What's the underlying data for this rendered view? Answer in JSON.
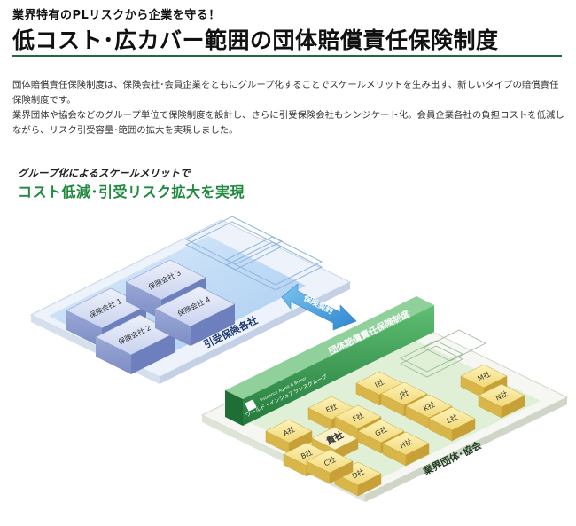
{
  "header": {
    "eyebrow": "業界特有のPLリスクから企業を守る！",
    "title": "低コスト･広カバー範囲の団体賠償責任保険制度"
  },
  "intro": {
    "paragraph1": "団体賠償責任保険制度は、保険会社･会員企業をともにグループ化することでスケールメリットを生み出す、新しいタイプの賠償責任保険制度です。",
    "paragraph2": "業界団体や協会などのグループ単位で保険制度を設計し、さらに引受保険会社もシンジケート化。会員企業各社の負担コストを低減しながら、リスク引受容量･範囲の拡大を実現しました。"
  },
  "subhead": {
    "line1": "グループ化によるスケールメリットで",
    "line2": "コスト低減･引受リスク拡大を実現"
  },
  "diagram": {
    "insurers_platform_label": "引受保険各社",
    "insurers": [
      "保険会社 1",
      "保険会社 2",
      "保険会社 3",
      "保険会社 4"
    ],
    "contract_arrow_label": "保険契約",
    "group_insurance_label": "団体賠償責任保険制度",
    "broker_logo_text_en": "Insurance Agent & Broker",
    "broker_logo_text_jp": "ワールド・インシュアランスグループ",
    "association_label": "業界団体･協会",
    "members": [
      "A社",
      "B社",
      "C社",
      "D社",
      "E社",
      "F社",
      "G社",
      "H社",
      "I社",
      "J社",
      "K社",
      "L社",
      "M社",
      "N社"
    ],
    "your_company_label": "貴社",
    "colors": {
      "insurer_block": "#c7d2ef",
      "insurer_platform": "#b5d3f2",
      "arrow": "#4aa3e0",
      "green_bar": "#2d8f47",
      "member_block": "#f3df7f",
      "your_block": "#fbf1c6"
    }
  }
}
